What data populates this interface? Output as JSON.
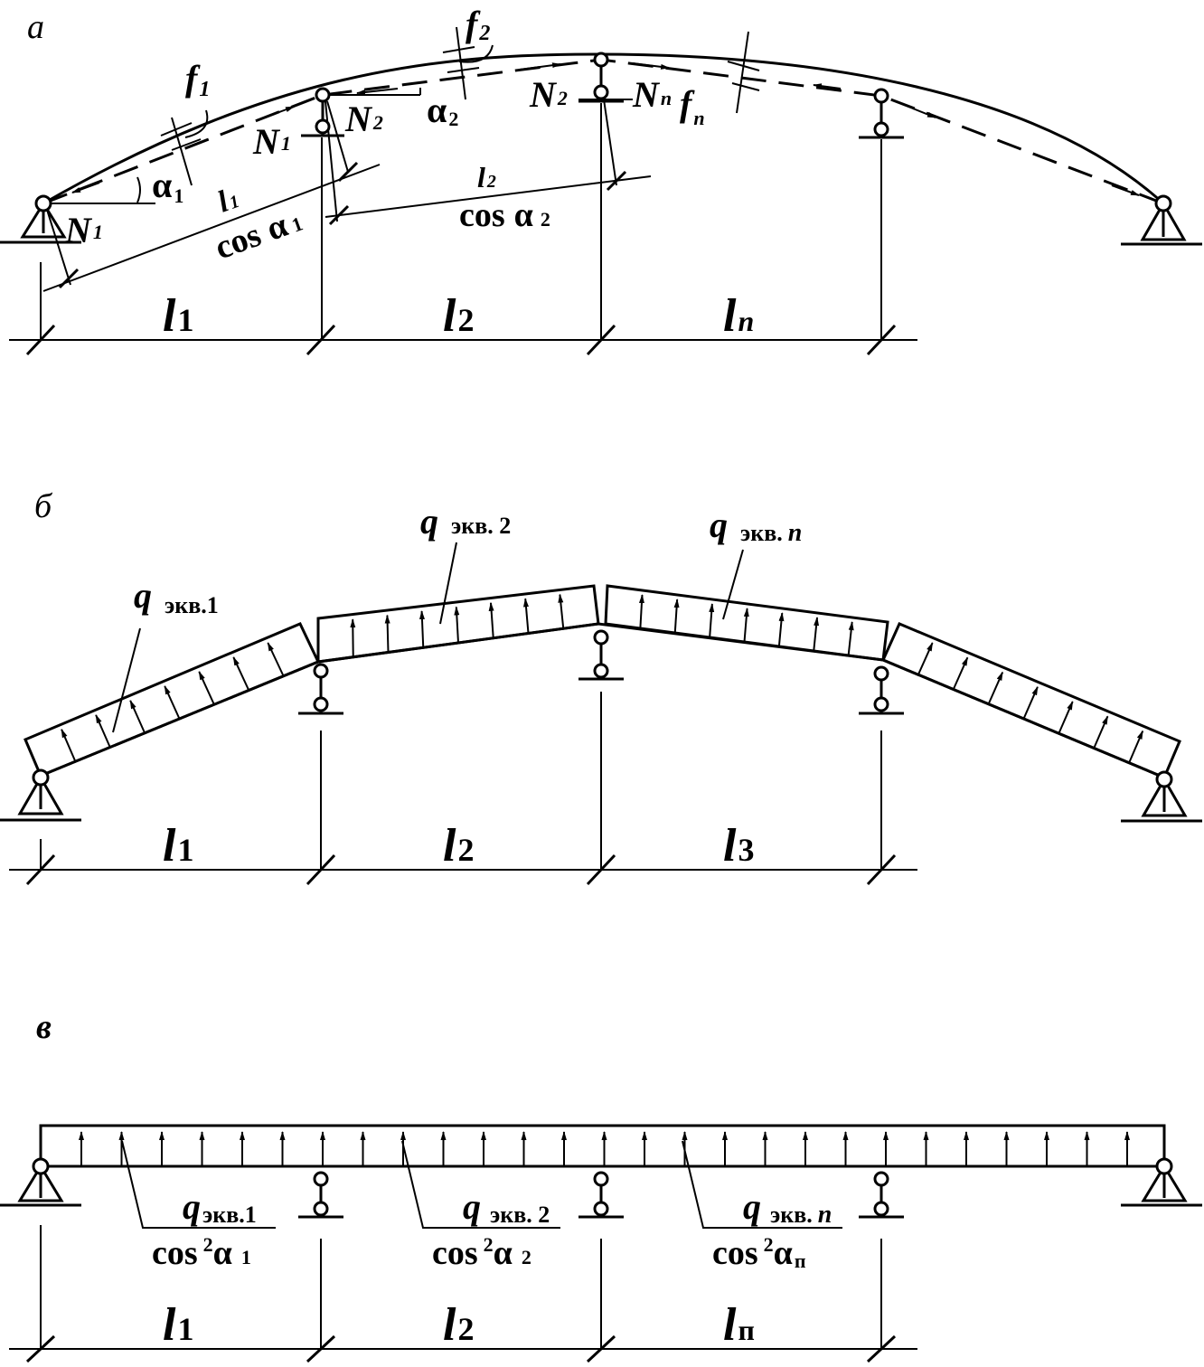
{
  "panels": {
    "a": {
      "label": "а",
      "f1": "f",
      "f1_sub": "1",
      "f2": "f",
      "f2_sub": "2",
      "fn": "f",
      "fn_sub": "п",
      "alpha": "α",
      "a1_sub": "1",
      "a2_sub": "2",
      "N": "N",
      "n1_sub": "1",
      "n2_sub": "2",
      "nn_sub": "п",
      "l_over": "l",
      "cos": "cos",
      "cos_sub1": "1",
      "cos_sub2": "2",
      "dim_l": "l",
      "dim1": "1",
      "dim2": "2",
      "dimn": "п"
    },
    "b": {
      "label": "б",
      "q": "q",
      "q1_sub": "экв.1",
      "q2_sub": "экв. 2",
      "qn_sub": "экв.",
      "qn_n": "n",
      "dim_l": "l",
      "dim1": "1",
      "dim2": "2",
      "dim3": "3"
    },
    "c": {
      "label": "в",
      "q": "q",
      "q1_sub": "экв.1",
      "q2_sub": "экв. 2",
      "qn_sub": "экв.",
      "qn_n": "n",
      "cos": "cos",
      "sq": "2",
      "alpha": "α",
      "a1_sub": "1",
      "a2_sub": "2",
      "an_sub": "п",
      "dim_l": "l",
      "dim1": "1",
      "dim2": "2",
      "dimn": "п"
    }
  }
}
